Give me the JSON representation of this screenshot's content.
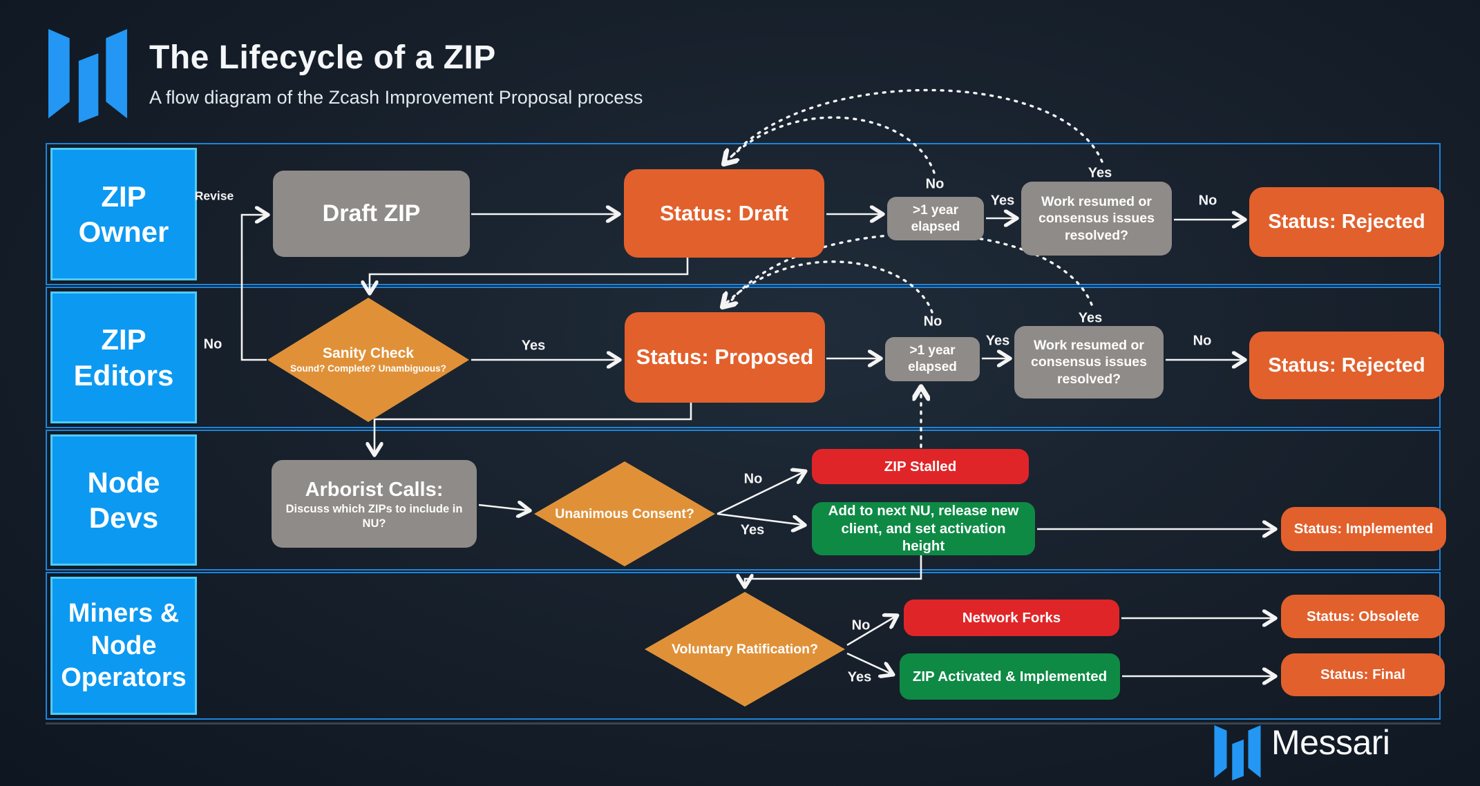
{
  "header": {
    "title": "The Lifecycle of a ZIP",
    "subtitle": "A flow diagram of the Zcash Improvement Proposal process"
  },
  "footer": {
    "brand": "Messari"
  },
  "colors": {
    "lane_fill": "#0c99f2",
    "lane_label_border": "#50ccf4",
    "lane_border": "#1c85de",
    "status_orange": "#e2602c",
    "decision_orange": "#e09138",
    "process_gray": "#8f8b88",
    "alert_red": "#e02528",
    "success_green": "#0e8a45",
    "background": "#17202b",
    "brand_blue": "#2397f3",
    "wire_white": "#f4f4f4"
  },
  "lanes": [
    {
      "label": "ZIP Owner"
    },
    {
      "label": "ZIP Editors"
    },
    {
      "label": "Node Devs"
    },
    {
      "label": "Miners & Node Operators"
    }
  ],
  "nodes": {
    "draft_zip": {
      "label": "Draft ZIP"
    },
    "status_draft": {
      "label": "Status: Draft"
    },
    "elapsed1": {
      "label": ">1 year elapsed"
    },
    "work1": {
      "label": "Work resumed or consensus issues resolved?"
    },
    "rejected1": {
      "label": "Status: Rejected"
    },
    "sanity": {
      "label": "Sanity Check",
      "sublabel": "Sound? Complete? Unambiguous?"
    },
    "status_proposed": {
      "label": "Status: Proposed"
    },
    "elapsed2": {
      "label": ">1 year elapsed"
    },
    "work2": {
      "label": "Work resumed or consensus issues resolved?"
    },
    "rejected2": {
      "label": "Status: Rejected"
    },
    "arborist": {
      "label": "Arborist Calls:",
      "sublabel": "Discuss which ZIPs to include in NU?"
    },
    "unanimous": {
      "label": "Unanimous Consent?"
    },
    "zip_stalled": {
      "label": "ZIP Stalled"
    },
    "add_nu": {
      "label": "Add to next NU, release new client, and set activation height"
    },
    "implemented": {
      "label": "Status: Implemented"
    },
    "voluntary": {
      "label": "Voluntary Ratification?"
    },
    "network_forks": {
      "label": "Network Forks"
    },
    "zip_activated": {
      "label": "ZIP Activated & Implemented"
    },
    "obsolete": {
      "label": "Status: Obsolete"
    },
    "final": {
      "label": "Status: Final"
    }
  },
  "edge_labels": {
    "revise": "Revise",
    "yes": "Yes",
    "no": "No"
  }
}
